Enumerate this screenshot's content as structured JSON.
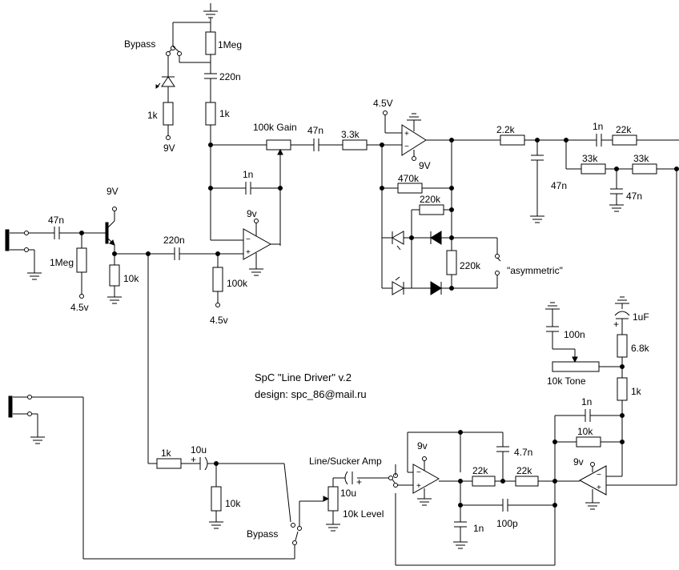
{
  "title": {
    "line1": "SpC \"Line Driver\" v.2",
    "line2": "design: spc_86@mail.ru"
  },
  "labels": {
    "bypass_top": "Bypass",
    "r_1meg_top": "1Meg",
    "c_220n_top": "220n",
    "r_1k_led": "1k",
    "v9_led": "9V",
    "r_1k_top": "1k",
    "pot_100k_gain": "100k Gain",
    "c_1n_gain": "1n",
    "v9_opamp1": "9v",
    "c_47n_input": "47n",
    "r_1meg_input": "1Meg",
    "v45_input": "4.5v",
    "v9_transistor": "9V",
    "r_10k_emitter": "10k",
    "c_220n_mid": "220n",
    "r_100k_bias": "100k",
    "v45_bias": "4.5v",
    "c_47n_mid": "47n",
    "r_3_3k": "3.3k",
    "v45_opamp2": "4.5V",
    "v9_opamp2": "9V",
    "r_470k": "470k",
    "r_220k_top": "220k",
    "r_220k_clip": "220k",
    "asymmetric": "\"asymmetric\"",
    "r_2_2k": "2.2k",
    "c_47n_filter": "47n",
    "c_1n_filter": "1n",
    "r_22k_filter_top": "22k",
    "r_33k_1": "33k",
    "r_33k_2": "33k",
    "c_47n_filter_2": "47n",
    "c_100n_tone": "100n",
    "pot_10k_tone": "10k Tone",
    "c_1uf": "1uF",
    "r_6_8k": "6.8k",
    "r_1k_tone": "1k",
    "c_1n_out": "1n",
    "r_10k_out": "10k",
    "v9_opamp4": "9v",
    "v9_opamp3": "9v",
    "c_4_7n": "4.7n",
    "r_22k_a": "22k",
    "r_22k_b": "22k",
    "c_100p": "100p",
    "c_1n_amp": "1n",
    "line_sucker_amp": "Line/Sucker Amp",
    "c_10u_level": "10u",
    "pot_10k_level": "10k Level",
    "r_1k_bypass": "1k",
    "c_10u_bypass": "10u",
    "r_10k_bypass": "10k",
    "bypass_bottom": "Bypass"
  }
}
